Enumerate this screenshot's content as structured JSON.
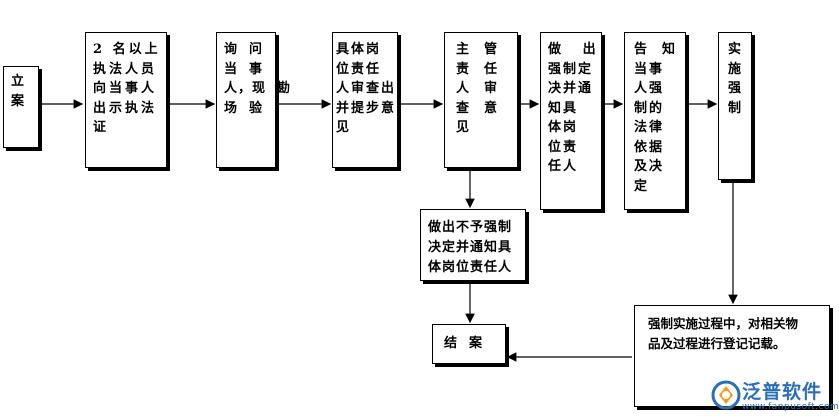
{
  "nodes": {
    "start": "立\n案",
    "n2": "2 名以上\n执法人员\n向当事人\n出示执法\n证",
    "n3": "询  问\n当  事\n人，现  勘\n场  验",
    "n4": "具体岗\n位责任\n人审查出\n并提步意\n见",
    "n5": "主  管\n责  任\n人  审\n查  意\n见",
    "n6": "做   出\n强制定\n决并通\n知具\n体岗\n位责\n任人",
    "n7": "告  知\n当事\n人强\n制的\n法律\n依据\n及决\n定",
    "n8": "实\n施\n强\n制",
    "no_force": "做出不予强制\n决定并通知具\n体岗位责任人",
    "record": "强制实施过程中，对相关物\n品及过程进行登记记载。",
    "end": "结  案"
  },
  "watermark": {
    "brand": "泛普软件",
    "url": "www.fanpusoft.com"
  },
  "colors": {
    "line": "#000000",
    "brand": "#2a6fb8",
    "mark": "#a0a0a0"
  }
}
